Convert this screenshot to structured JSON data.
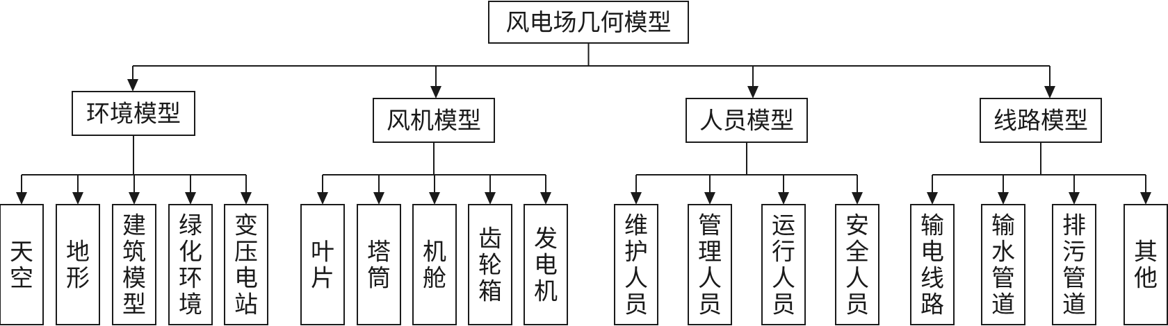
{
  "root": {
    "label": "风电场几何模型"
  },
  "groups": [
    {
      "label": "环境模型",
      "children": [
        "天空",
        "地形",
        "建筑模型",
        "绿化环境",
        "变压电站"
      ]
    },
    {
      "label": "风机模型",
      "children": [
        "叶片",
        "塔筒",
        "机舱",
        "齿轮箱",
        "发电机"
      ]
    },
    {
      "label": "人员模型",
      "children": [
        "维护人员",
        "管理人员",
        "运行人员",
        "安全人员"
      ]
    },
    {
      "label": "线路模型",
      "children": [
        "输电线路",
        "输水管道",
        "排污管道",
        "其他"
      ]
    }
  ]
}
